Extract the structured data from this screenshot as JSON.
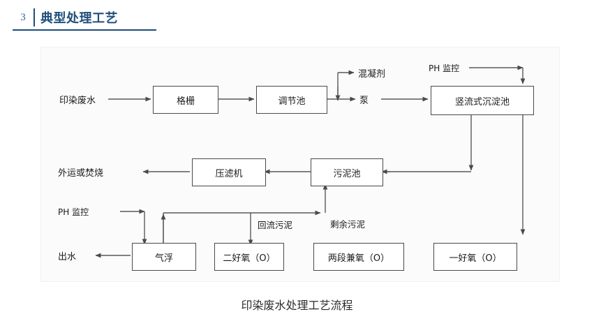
{
  "header": {
    "number": "3",
    "title": "典型处理工艺"
  },
  "diagram": {
    "caption": "印染废水处理工艺流程",
    "nodes": [
      {
        "id": "gezha",
        "label": "格栅"
      },
      {
        "id": "tiaojiechi",
        "label": "调节池"
      },
      {
        "id": "chendianchi",
        "label": "竖流式沉淀池"
      },
      {
        "id": "yaluji",
        "label": "压滤机"
      },
      {
        "id": "wunichi",
        "label": "污泥池"
      },
      {
        "id": "qifu",
        "label": "气浮"
      },
      {
        "id": "erhaoyang",
        "label": "二好氧（O）"
      },
      {
        "id": "jianyang",
        "label": "两段兼氧（O）"
      },
      {
        "id": "yihaoyang",
        "label": "一好氧（O）"
      }
    ],
    "free_labels": [
      {
        "id": "inlet",
        "label": "印染废水"
      },
      {
        "id": "coagulant",
        "label": "混凝剂"
      },
      {
        "id": "pump",
        "label": "泵"
      },
      {
        "id": "ph-top",
        "label": "PH 监控"
      },
      {
        "id": "disposal",
        "label": "外运或焚烧"
      },
      {
        "id": "ph-bottom",
        "label": "PH 监控"
      },
      {
        "id": "effluent",
        "label": "出水"
      }
    ],
    "edge_labels": [
      {
        "id": "excess-sludge",
        "label": "剩余污泥"
      },
      {
        "id": "return-sludge",
        "label": "回流污泥"
      }
    ],
    "colors": {
      "accent": "#1f4e79",
      "panel_background": "#fbfbfb",
      "node_border": "#4a4a4a",
      "line": "#595959",
      "text": "#1a1a1a"
    }
  }
}
